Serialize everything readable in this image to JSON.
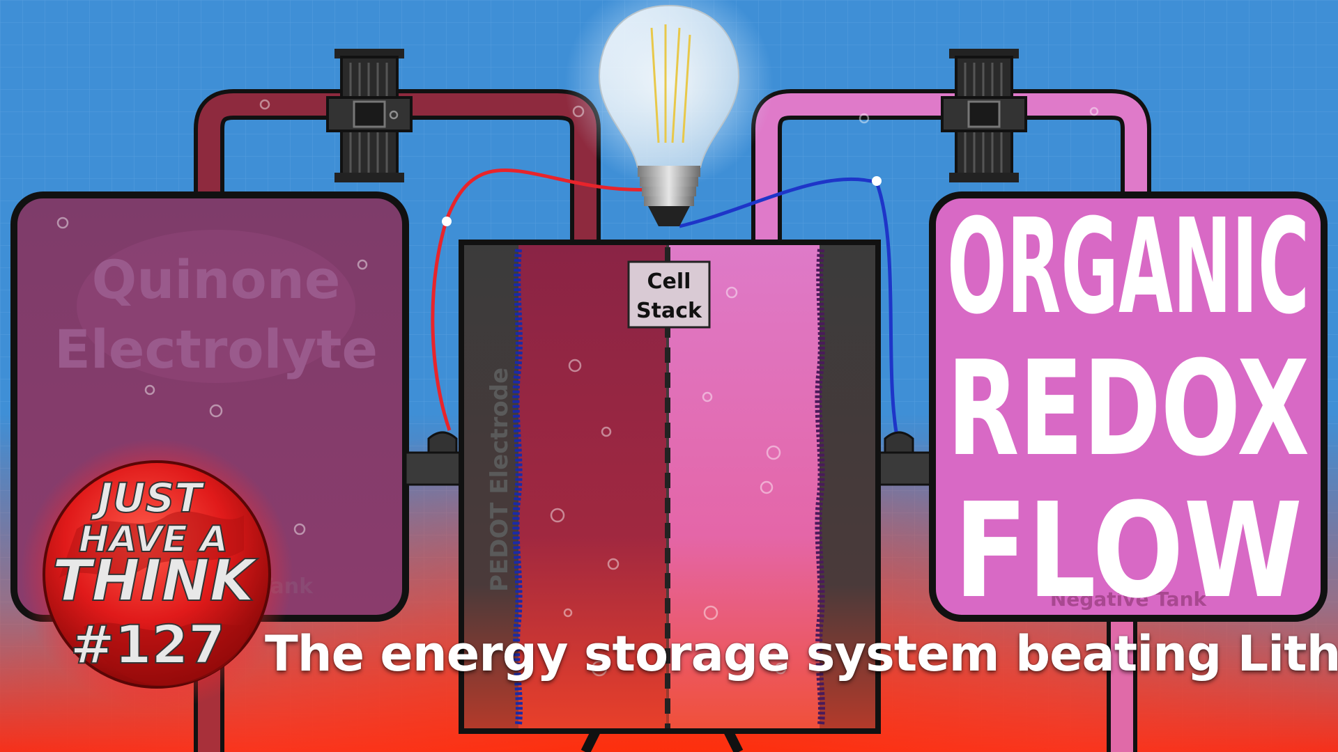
{
  "title": {
    "line1": "ORGANIC",
    "line2": "REDOX",
    "line3": "FLOW"
  },
  "headline": "The energy storage system beating Lithium Ion",
  "labels": {
    "left_tank_line1": "Quinone",
    "left_tank_line2": "Electrolyte",
    "left_tank_bottom": "Tank",
    "right_tank_bottom": "Negative Tank",
    "cell_stack_line1": "Cell",
    "cell_stack_line2": "Stack",
    "electrode": "PEDOT Electrode"
  },
  "logo": {
    "line1": "JUST",
    "line2": "HAVE A",
    "line3": "THINK",
    "episode": "#127"
  },
  "icons": [
    "light-bulb-icon",
    "pump-icon",
    "logo-globe-icon"
  ],
  "colors": {
    "background": "#3d8ed6",
    "left_electrolyte": "#8a2a45",
    "right_electrolyte": "#df7ac9",
    "title_panel": "#d869c5",
    "wire_positive": "#e8242b",
    "wire_negative": "#1e35c8",
    "logo_red": "#e01a1a"
  }
}
